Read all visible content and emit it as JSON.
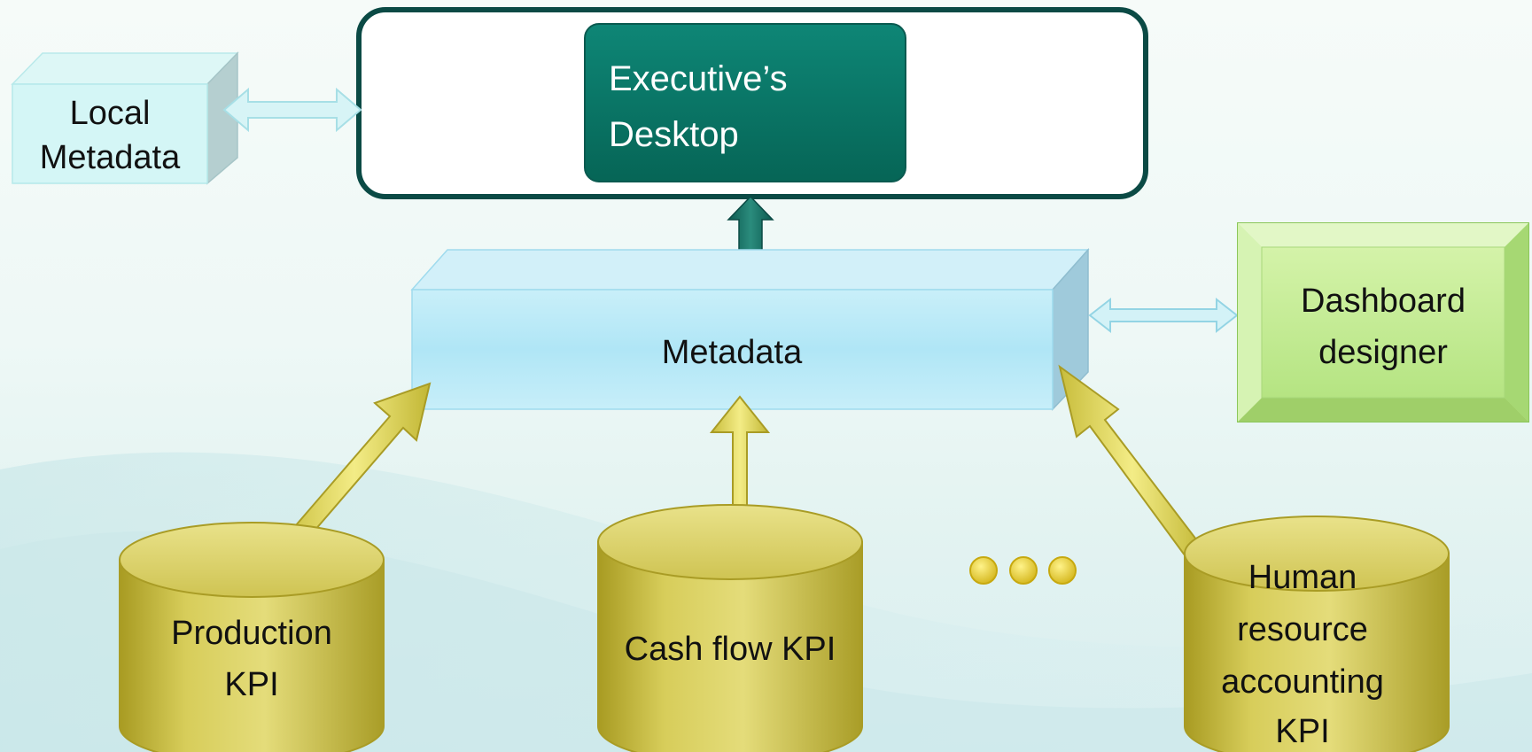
{
  "nodes": {
    "local_metadata": {
      "line1": "Local",
      "line2": "Metadata"
    },
    "executive_desktop": {
      "line1": "Executive’s",
      "line2": "Desktop"
    },
    "metadata": {
      "label": "Metadata"
    },
    "dashboard_designer": {
      "line1": "Dashboard",
      "line2": "designer"
    },
    "production_kpi": {
      "line1": "Production",
      "line2": "KPI"
    },
    "cash_flow_kpi": {
      "label": "Cash flow KPI"
    },
    "hr_kpi": {
      "line1": "Human",
      "line2": "resource",
      "line3": "accounting",
      "line4": "KPI"
    }
  },
  "ellipsis_icon": "three-dots",
  "colors": {
    "executive_box": "#0a7a6a",
    "executive_frame": "#0b4a45",
    "metadata_box": "#b6e7f6",
    "designer_box": "#b9e88a",
    "kpi_cylinder": "#d6cc55",
    "arrow_yellow": "#ede46a",
    "arrow_teal": "#1a6e62"
  }
}
